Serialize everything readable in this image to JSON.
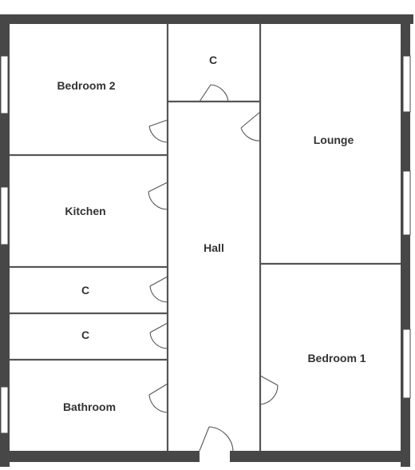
{
  "colors": {
    "outer_wall": "#474747",
    "inner_wall": "#555555",
    "background": "#ffffff",
    "label": "#333333"
  },
  "rooms": {
    "bedroom2": "Bedroom 2",
    "cupboard_top": "C",
    "lounge": "Lounge",
    "kitchen": "Kitchen",
    "hall": "Hall",
    "cupboard_mid1": "C",
    "cupboard_mid2": "C",
    "bedroom1": "Bedroom 1",
    "bathroom": "Bathroom"
  }
}
